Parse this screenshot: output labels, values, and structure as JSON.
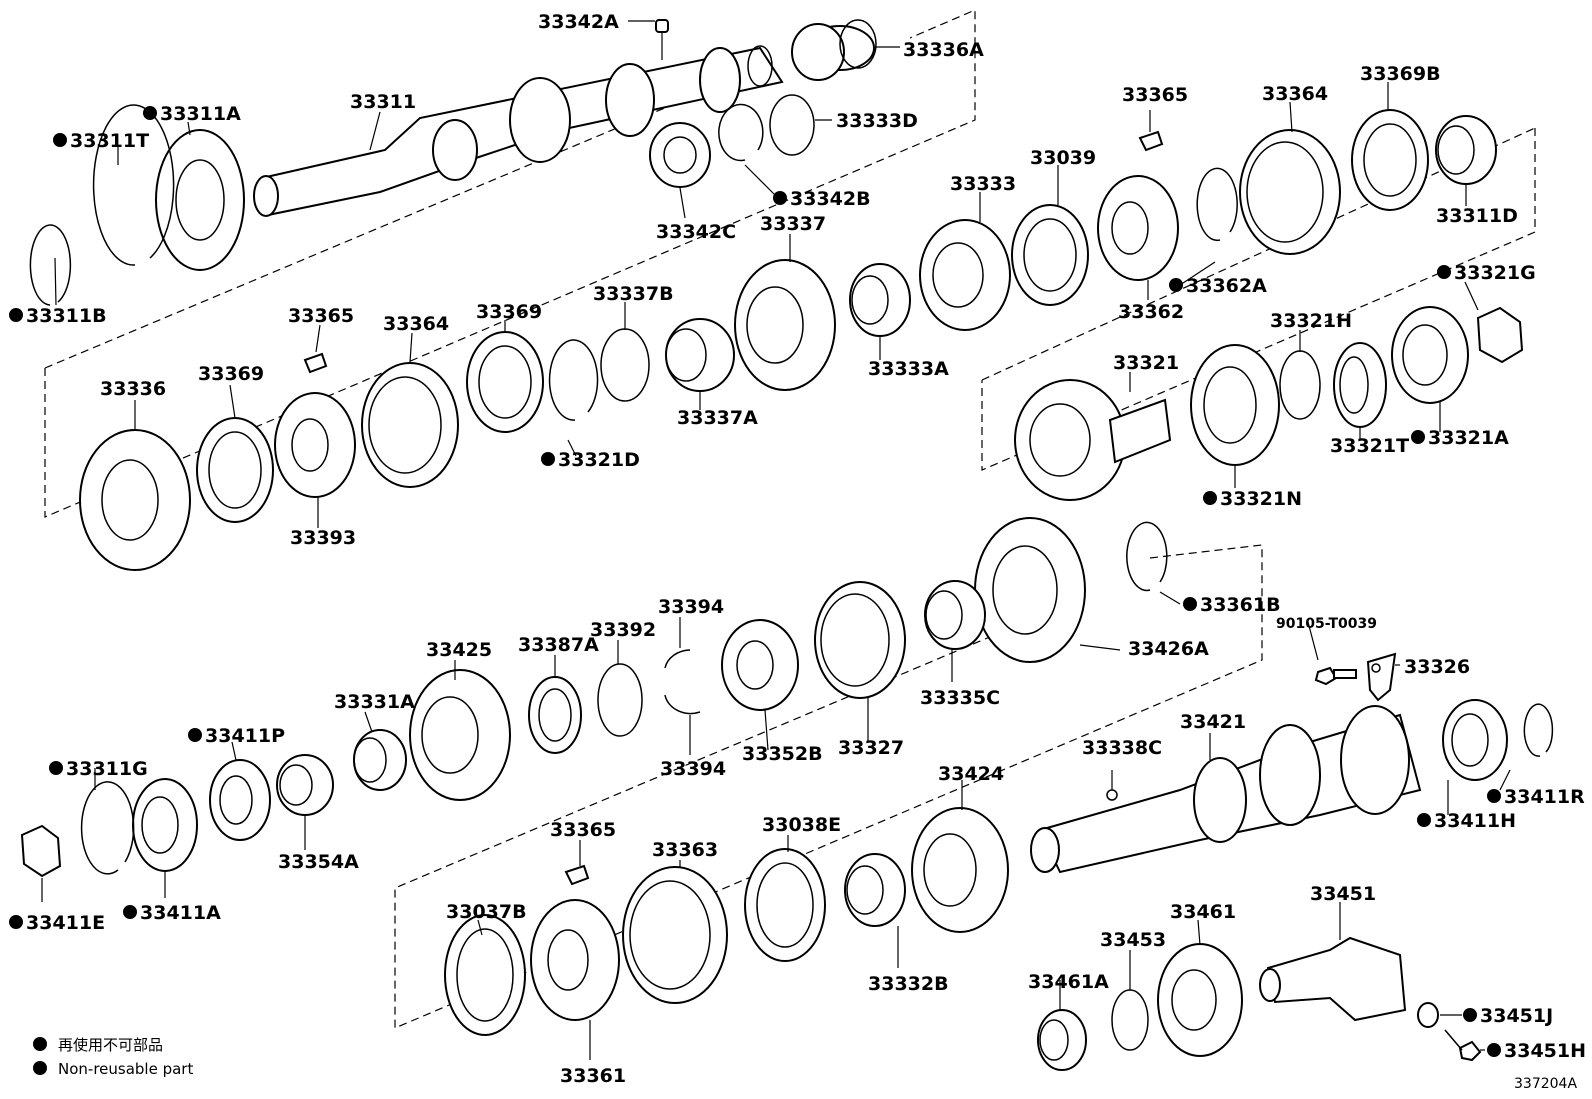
{
  "labels": {
    "p33342A": "33342A",
    "p33336A": "33336A",
    "p33311A": "33311A",
    "p33311": "33311",
    "p33311T": "33311T",
    "p33333D": "33333D",
    "p33365a": "33365",
    "p33364a": "33364",
    "p33369B": "33369B",
    "p33039": "33039",
    "p33342B": "33342B",
    "p33333": "33333",
    "p33342C": "33342C",
    "p33337": "33337",
    "p33311D": "33311D",
    "p33311B": "33311B",
    "p33362A": "33362A",
    "p33362": "33362",
    "p33365b": "33365",
    "p33364b": "33364",
    "p33369a": "33369",
    "p33337B": "33337B",
    "p33321G": "33321G",
    "p33333A": "33333A",
    "p33321H": "33321H",
    "p33336": "33336",
    "p33369b": "33369",
    "p33321": "33321",
    "p33337A": "33337A",
    "p33321T": "33321T",
    "p33321A": "33321A",
    "p33321D": "33321D",
    "p33321N": "33321N",
    "p33393": "33393",
    "p33361B": "33361B",
    "p33394a": "33394",
    "p90105": "90105-T0039",
    "p33392": "33392",
    "p33425": "33425",
    "p33387A": "33387A",
    "p33426A": "33426A",
    "p33326": "33326",
    "p33331A": "33331A",
    "p33335C": "33335C",
    "p33421": "33421",
    "p33411P": "33411P",
    "p33352B": "33352B",
    "p33327": "33327",
    "p33338C": "33338C",
    "p33394b": "33394",
    "p33311G": "33311G",
    "p33424": "33424",
    "p33411R": "33411R",
    "p33365c": "33365",
    "p33038E": "33038E",
    "p33411H": "33411H",
    "p33363": "33363",
    "p33354A": "33354A",
    "p33451": "33451",
    "p33411A": "33411A",
    "p33037B": "33037B",
    "p33461": "33461",
    "p33453": "33453",
    "p33411E": "33411E",
    "p33461A": "33461A",
    "p33332B": "33332B",
    "p33451J": "33451J",
    "p33451H": "33451H",
    "p33361": "33361"
  },
  "legend": {
    "line1": "再使用不可部品",
    "line2": "Non-reusable part"
  },
  "reference": "337204A"
}
